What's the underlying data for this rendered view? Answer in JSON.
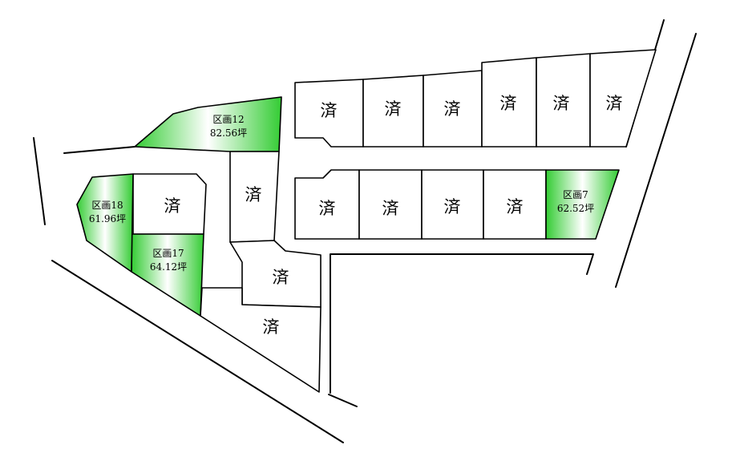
{
  "colors": {
    "available_fill_center": "#ffffff",
    "available_fill_edge": "#33cc33",
    "sold_fill": "#ffffff",
    "line": "#000000"
  },
  "lots": [
    {
      "id": "n1",
      "status": "sold",
      "mark": "済"
    },
    {
      "id": "n2",
      "status": "sold",
      "mark": "済"
    },
    {
      "id": "n3",
      "status": "sold",
      "mark": "済"
    },
    {
      "id": "n4",
      "status": "sold",
      "mark": "済"
    },
    {
      "id": "n5",
      "status": "sold",
      "mark": "済"
    },
    {
      "id": "n6",
      "status": "sold",
      "mark": "済"
    },
    {
      "id": "m1",
      "status": "sold",
      "mark": "済"
    },
    {
      "id": "m2",
      "status": "sold",
      "mark": "済"
    },
    {
      "id": "m3",
      "status": "sold",
      "mark": "済"
    },
    {
      "id": "m4",
      "status": "sold",
      "mark": "済"
    },
    {
      "id": "lot7",
      "status": "available",
      "name": "区画7",
      "area": "62.52坪"
    },
    {
      "id": "lot12",
      "status": "available",
      "name": "区画12",
      "area": "82.56坪"
    },
    {
      "id": "c1",
      "status": "sold",
      "mark": "済"
    },
    {
      "id": "c2",
      "status": "sold",
      "mark": "済"
    },
    {
      "id": "c3",
      "status": "sold",
      "mark": "済"
    },
    {
      "id": "w1",
      "status": "sold",
      "mark": "済"
    },
    {
      "id": "lot17",
      "status": "available",
      "name": "区画17",
      "area": "64.12坪"
    },
    {
      "id": "lot18",
      "status": "available",
      "name": "区画18",
      "area": "61.96坪"
    }
  ]
}
